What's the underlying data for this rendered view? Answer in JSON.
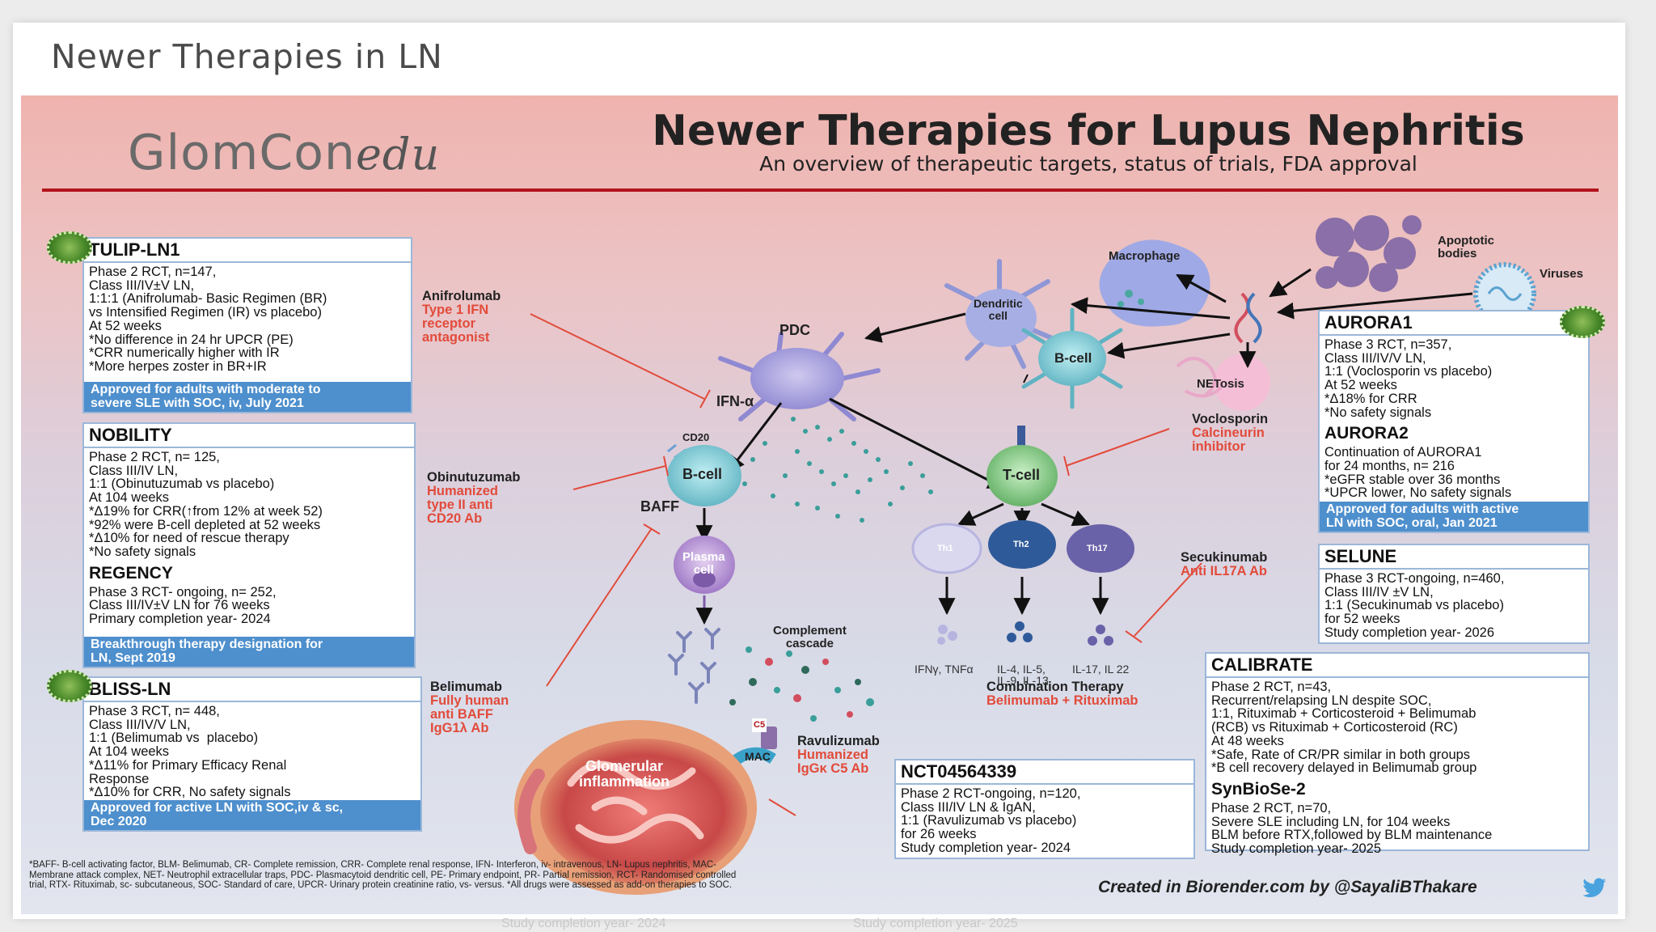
{
  "slide": {
    "title": "Newer Therapies in LN"
  },
  "poster": {
    "logo_main": "GlomCon",
    "logo_suffix": "edu",
    "title": "Newer Therapies for Lupus Nephritis",
    "subtitle": "An overview of therapeutic targets, status of trials, FDA approval"
  },
  "cards": {
    "tulip": {
      "title": "TULIP-LN1",
      "body": "Phase 2 RCT, n=147,\nClass III/IV±V LN,\n1:1:1 (Anifrolumab- Basic Regimen (BR)\nvs Intensified Regimen (IR) vs placebo)\nAt 52 weeks\n*No difference in 24 hr UPCR (PE)\n*CRR numerically higher with IR\n*More herpes zoster in BR+IR",
      "bar": "Approved for adults with moderate to\nsevere SLE with SOC, iv, July 2021"
    },
    "nobility": {
      "title": "NOBILITY",
      "body": "Phase 2 RCT, n= 125,\nClass III/IV LN,\n1:1 (Obinutuzumab vs placebo)\nAt 104 weeks\n*Δ19% for CRR(↑from 12% at week 52)\n*92% were B-cell depleted at 52 weeks\n*Δ10% for need of rescue therapy\n*No safety signals",
      "sub_title": "REGENCY",
      "sub_body": "Phase 3 RCT- ongoing, n= 252,\nClass III/IV±V LN for 76 weeks\nPrimary completion year- 2024",
      "bar": "Breakthrough therapy designation for\nLN, Sept 2019"
    },
    "bliss": {
      "title": "BLISS-LN",
      "body": "Phase 3 RCT, n= 448,\nClass III/IV/V LN,\n1:1 (Belimumab vs  placebo)\nAt 104 weeks\n*Δ11% for Primary Efficacy Renal\nResponse\n*Δ10% for CRR, No safety signals",
      "bar": "Approved for active LN with SOC,iv & sc,\nDec 2020"
    },
    "aurora": {
      "title": "AURORA1",
      "body": "Phase 3 RCT, n=357,\nClass III/IV/V LN,\n1:1 (Voclosporin vs placebo)\nAt 52 weeks\n*Δ18% for CRR\n*No safety signals",
      "sub_title": "AURORA2",
      "sub_body": "Continuation of AURORA1\nfor 24 months, n= 216\n*eGFR stable over 36 months\n*UPCR lower, No safety signals",
      "bar": "Approved for adults with active\nLN with SOC, oral, Jan 2021"
    },
    "selune": {
      "title": "SELUNE",
      "body": "Phase 3 RCT-ongoing, n=460,\nClass III/IV ±V LN,\n1:1 (Secukinumab vs placebo)\nfor 52 weeks\nStudy completion year- 2026"
    },
    "calibrate": {
      "title": "CALIBRATE",
      "body": "Phase 2 RCT, n=43,\nRecurrent/relapsing LN despite SOC,\n1:1, Rituximab + Corticosteroid + Belimumab\n(RCB) vs Rituximab + Corticosteroid (RC)\nAt 48 weeks\n*Safe, Rate of CR/PR similar in both groups\n*B cell recovery delayed in Belimumab group",
      "sub_title": "SynBioSe-2",
      "sub_body": "Phase 2 RCT, n=70,\nSevere SLE including LN, for 104 weeks\nBLM before RTX,followed by BLM maintenance\nStudy completion year- 2025"
    },
    "nct": {
      "title": "NCT04564339",
      "body": "Phase 2 RCT-ongoing, n=120,\nClass III/IV LN & IgAN,\n1:1 (Ravulizumab vs placebo)\nfor 26 weeks\nStudy completion year- 2024"
    }
  },
  "stamps": {
    "text": "APPROVED"
  },
  "drugs": {
    "anifrolumab": {
      "name": "Anifrolumab",
      "desc": "Type 1 IFN\nreceptor\nantagonist"
    },
    "obinutuzumab": {
      "name": "Obinutuzumab",
      "desc": "Humanized\ntype II anti\nCD20 Ab"
    },
    "belimumab": {
      "name": "Belimumab",
      "desc": "Fully human\nanti BAFF\nIgG1λ Ab"
    },
    "voclosporin": {
      "name": "Voclosporin",
      "desc": "Calcineurin\ninhibitor"
    },
    "secukinumab": {
      "name": "Secukinumab",
      "desc": "Anti IL17A Ab"
    },
    "ravulizumab": {
      "name": "Ravulizumab",
      "desc": "Humanized\nIgGκ C5 Ab"
    },
    "combination": {
      "name": "Combination Therapy",
      "desc": "Belimumab + Rituximab"
    }
  },
  "diagram": {
    "pdc": "PDC",
    "dendritic": "Dendritic\ncell",
    "macrophage": "Macrophage",
    "apoptotic": "Apoptotic\nbodies",
    "viruses": "Viruses",
    "bcell_top": "B-cell",
    "netosis": "NETosis",
    "ifn": "IFN-α",
    "cd20": "CD20",
    "bcell": "B-cell",
    "baff": "BAFF",
    "plasma": "Plasma\ncell",
    "complement": "Complement\ncascade",
    "c5": "C5",
    "mac": "MAC",
    "glomerular": "Glomerular\ninflammation",
    "tcell": "T-cell",
    "th1": "Th1",
    "th2": "Th2",
    "th17": "Th17",
    "cyt1": "IFNγ, TNFα",
    "cyt2": "IL-4, IL-5,\nIL-9, IL-13",
    "cyt3": "IL-17, IL 22"
  },
  "footer": {
    "abbrev": "*BAFF- B-cell activating factor, BLM- Belimumab, CR- Complete remission, CRR- Complete renal response, IFN- Interferon, iv- intravenous, LN- Lupus nephritis, MAC-\nMembrane attack complex, NET- Neutrophil extracellular traps, PDC- Plasmacytoid dendritic cell, PE- Primary endpoint, PR- Partial remission, RCT- Randomised controlled\ntrial, RTX- Rituximab, sc- subcutaneous, SOC- Standard of care, UPCR- Urinary protein creatinine ratio, vs- versus. *All drugs were assessed as add-on therapies to SOC.",
    "credit": "Created in Biorender.com by @SayaliBThakare"
  },
  "ghost": {
    "left": "Study completion year- 2024",
    "right": "Study completion year- 2025"
  },
  "colors": {
    "accent_red": "#b3141c",
    "bar_blue": "#4e8fcd",
    "drug_red": "#e24b3b",
    "card_border": "#9bb7d9"
  }
}
